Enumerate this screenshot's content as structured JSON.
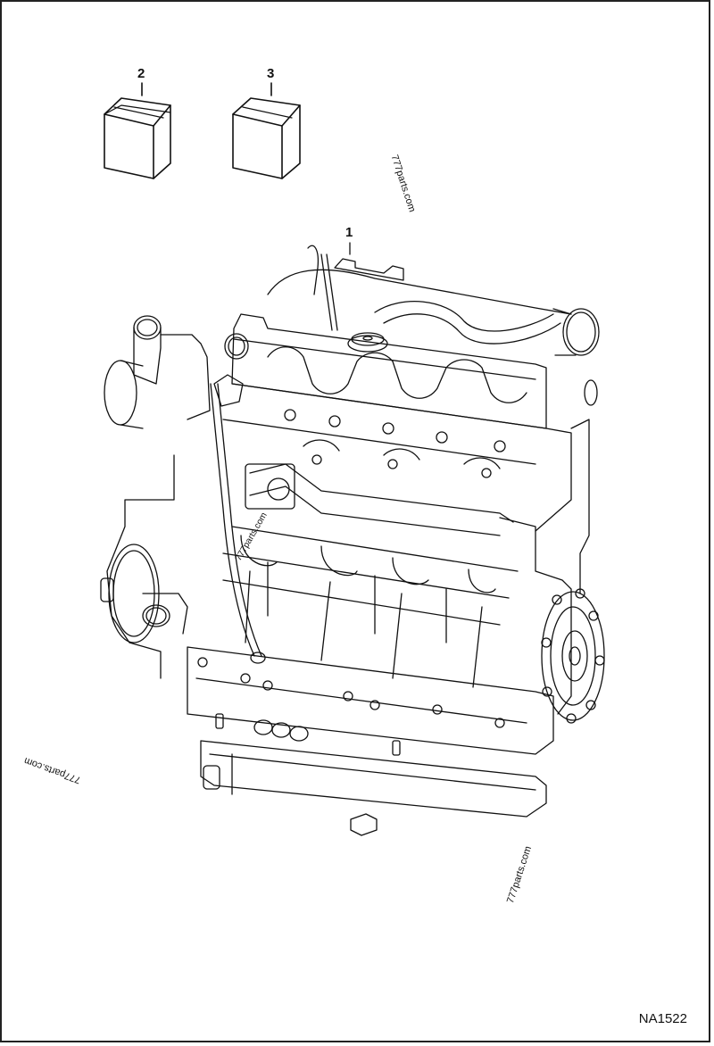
{
  "diagram": {
    "type": "parts-illustration",
    "subject": "engine assembly",
    "figure_id": "NA1522",
    "callouts": [
      {
        "number": "1",
        "item": "engine"
      },
      {
        "number": "2",
        "item": "box"
      },
      {
        "number": "3",
        "item": "box"
      }
    ],
    "watermarks": [
      "777parts.com",
      "777parts.com",
      "777parts.com",
      "777parts.com"
    ],
    "colors": {
      "line": "#111111",
      "background": "#ffffff"
    }
  }
}
